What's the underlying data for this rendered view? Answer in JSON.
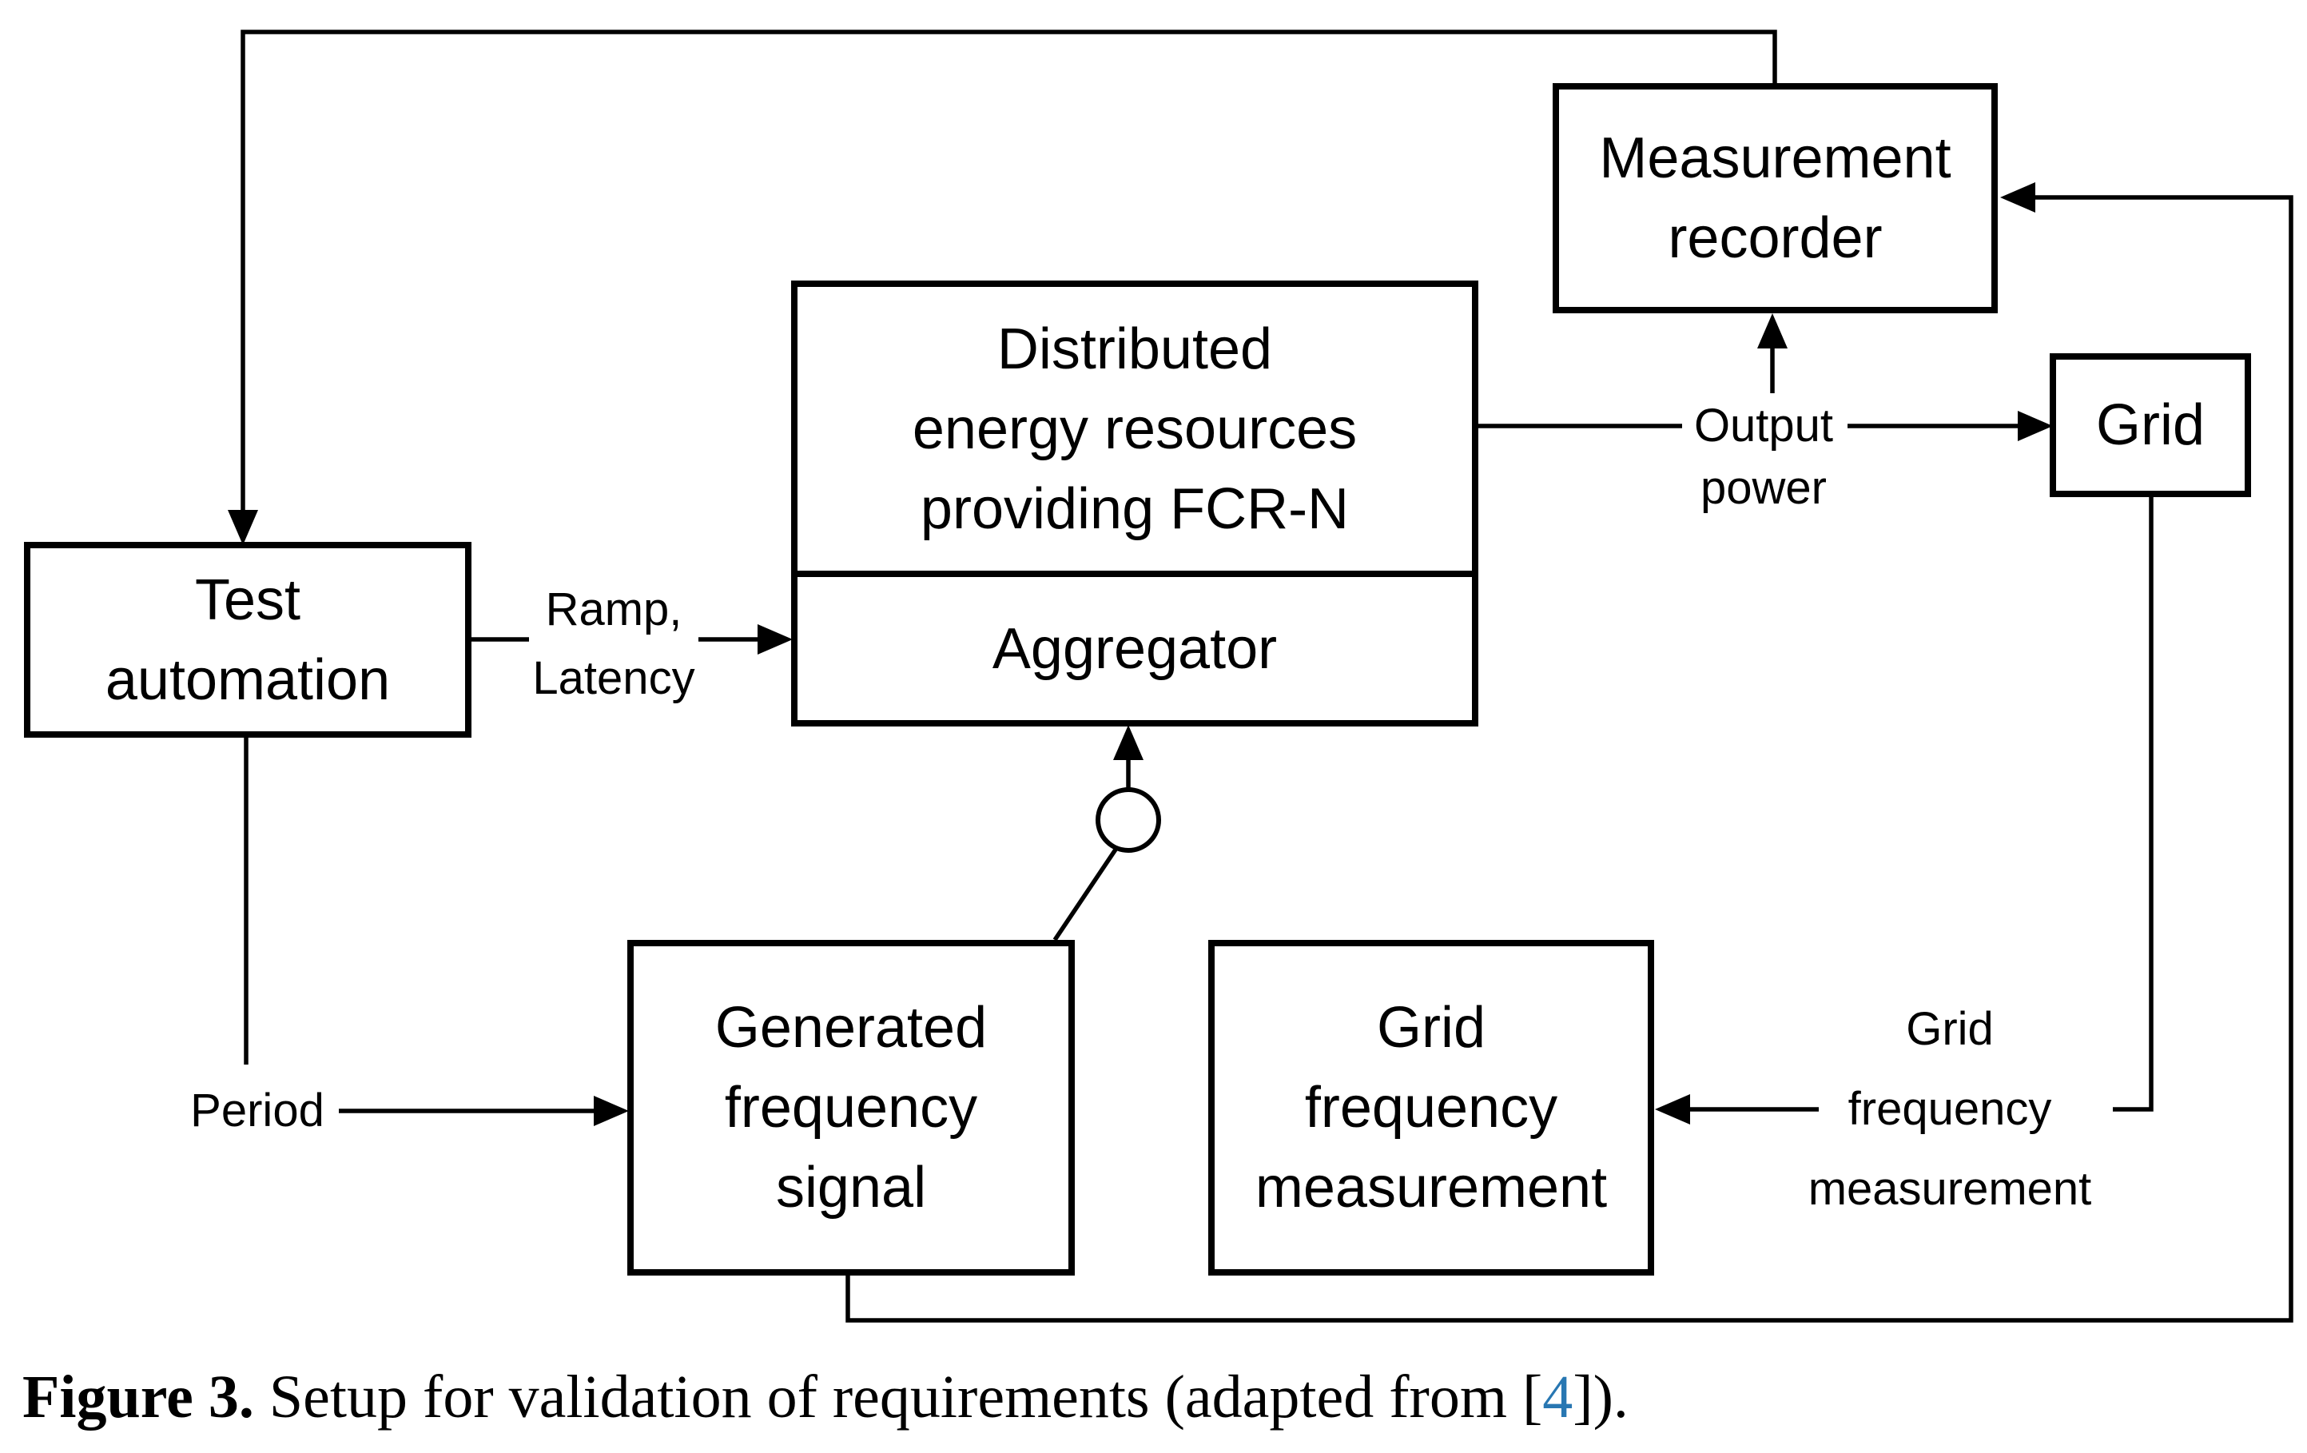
{
  "colors": {
    "ink": "#000000",
    "background": "#FFFFFF",
    "reference_link": "#2877B2"
  },
  "nodes": {
    "test_automation": {
      "label": "Test\nautomation"
    },
    "der": {
      "label": "Distributed\nenergy resources\nproviding FCR-N"
    },
    "aggregator": {
      "label": "Aggregator"
    },
    "measurement_recorder": {
      "label": "Measurement\nrecorder"
    },
    "grid": {
      "label": "Grid"
    },
    "generated_frequency_signal": {
      "label": "Generated\nfrequency\nsignal"
    },
    "grid_frequency_measurement": {
      "label": "Grid\nfrequency\nmeasurement"
    }
  },
  "edge_labels": {
    "ramp_latency": "Ramp,\nLatency",
    "output_power": "Output\npower",
    "period": "Period",
    "grid_frequency_measurement": "Grid\nfrequency\nmeasurement"
  },
  "caption": {
    "figure_label": "Figure 3.",
    "text": " Setup for validation of requirements (adapted from [",
    "reference": "4",
    "suffix": "])."
  }
}
